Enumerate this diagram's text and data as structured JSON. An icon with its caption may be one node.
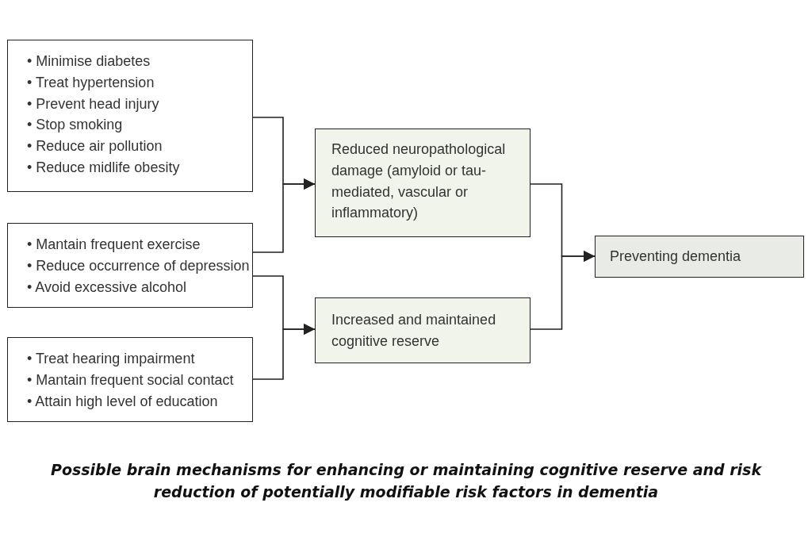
{
  "diagram": {
    "caption": "Possible brain mechanisms for enhancing or maintaining cognitive reserve and risk reduction of potentially modifiable risk factors in dementia",
    "nodes": [
      {
        "text": [
          "• Minimise diabetes",
          "• Treat hypertension",
          "• Prevent head injury",
          "• Stop smoking",
          "• Reduce air pollution",
          "• Reduce midlife obesity"
        ]
      },
      {
        "text": [
          "• Mantain frequent exercise",
          "• Reduce occurrence of depression",
          "• Avoid excessive alcohol"
        ]
      },
      {
        "text": [
          "• Treat hearing impairment",
          "• Mantain frequent social contact",
          "• Attain high level of education"
        ]
      },
      {
        "text": [
          "Reduced neuropathological damage (amyloid or tau-mediated, vascular or inflammatory)"
        ]
      },
      {
        "text": [
          "Increased and maintained cognitive reserve"
        ]
      },
      {
        "text": [
          "Preventing dementia"
        ]
      }
    ],
    "edges": [
      {
        "from": 0,
        "to": 3,
        "arrow": "to"
      },
      {
        "from": 1,
        "to": 3,
        "arrow": "to"
      },
      {
        "from": 1,
        "to": 4,
        "arrow": "to"
      },
      {
        "from": 2,
        "to": 4,
        "arrow": "to"
      },
      {
        "from": 3,
        "to": 5,
        "arrow": "to"
      },
      {
        "from": 4,
        "to": 5,
        "arrow": "to"
      }
    ]
  }
}
